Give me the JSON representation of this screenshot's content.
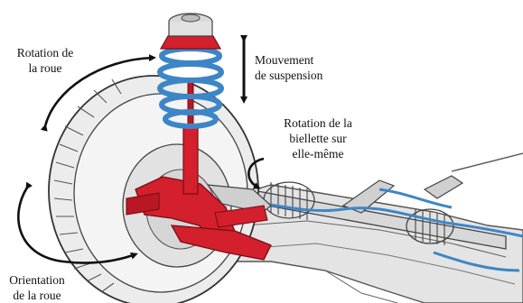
{
  "labels": {
    "wheel_rotation": [
      "Rotation de",
      "la roue"
    ],
    "suspension_travel": [
      "Mouvement",
      "de suspension"
    ],
    "tie_rod_rotation": [
      "Rotation de la",
      "biellette sur",
      "elle-même"
    ],
    "wheel_orientation": [
      "Orientation",
      "de la roue"
    ]
  },
  "colors": {
    "strut_red": "#d3202c",
    "spring_blue": "#3d86c6",
    "line_gray": "#555555",
    "arrow_black": "#111111"
  }
}
